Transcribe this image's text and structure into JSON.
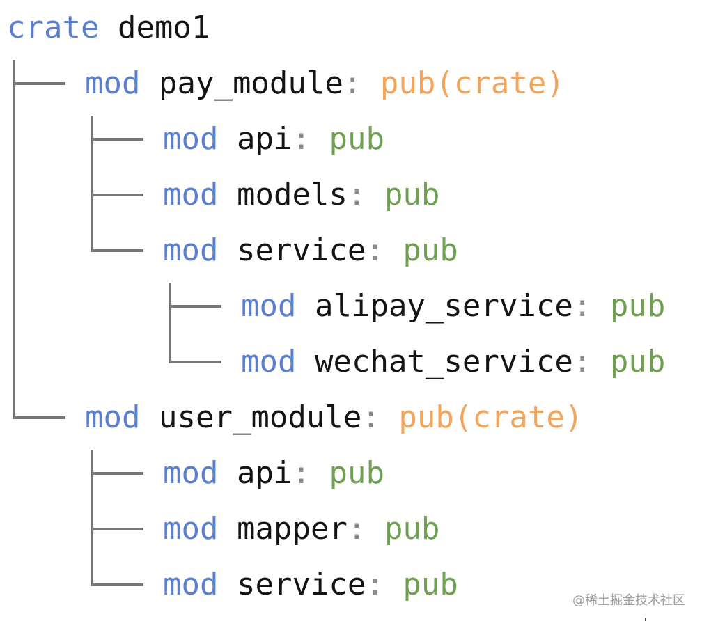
{
  "root": {
    "keyword": "crate",
    "name": "demo1"
  },
  "tokens": {
    "mod": "mod",
    "colon": ":"
  },
  "items": [
    {
      "name": "pay_module",
      "vis": "pub(crate)",
      "vis_kind": "crate",
      "depth": 1,
      "last": false
    },
    {
      "name": "api",
      "vis": "pub",
      "vis_kind": "pub",
      "depth": 2,
      "last": false
    },
    {
      "name": "models",
      "vis": "pub",
      "vis_kind": "pub",
      "depth": 2,
      "last": false
    },
    {
      "name": "service",
      "vis": "pub",
      "vis_kind": "pub",
      "depth": 2,
      "last": true
    },
    {
      "name": "alipay_service",
      "vis": "pub",
      "vis_kind": "pub",
      "depth": 3,
      "last": false
    },
    {
      "name": "wechat_service",
      "vis": "pub",
      "vis_kind": "pub",
      "depth": 3,
      "last": true
    },
    {
      "name": "user_module",
      "vis": "pub(crate)",
      "vis_kind": "crate",
      "depth": 1,
      "last": true
    },
    {
      "name": "api",
      "vis": "pub",
      "vis_kind": "pub",
      "depth": 2,
      "last": false
    },
    {
      "name": "mapper",
      "vis": "pub",
      "vis_kind": "pub",
      "depth": 2,
      "last": false
    },
    {
      "name": "service",
      "vis": "pub",
      "vis_kind": "pub",
      "depth": 2,
      "last": true
    }
  ],
  "watermark": "@稀土掘金技术社区",
  "colors": {
    "keyword": "#5a7fcf",
    "name": "#141414",
    "pub": "#6fa051",
    "pub_crate": "#f3a55b",
    "branch": "#777777"
  }
}
